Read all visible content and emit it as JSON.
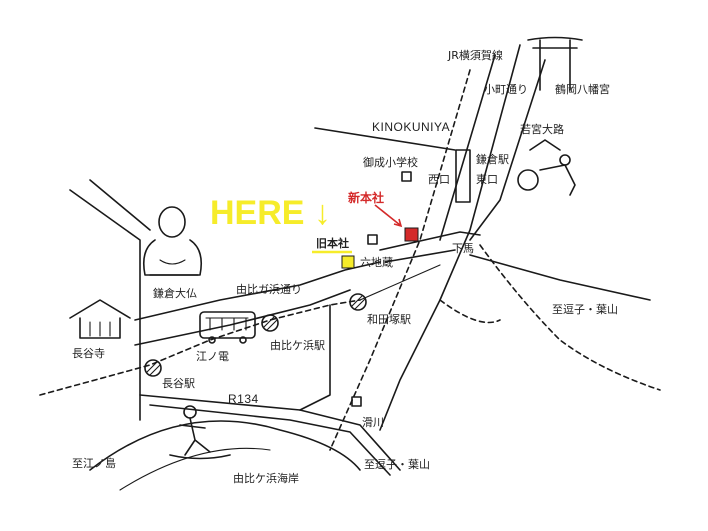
{
  "map": {
    "here_label": "HERE",
    "here_arrow": "↓",
    "labels": {
      "jr_line": "JR横須賀線",
      "komachi": "小町通り",
      "hachimangu": "鶴岡八幡宮",
      "wakamiya": "若宮大路",
      "kinokuniya": "KINOKUNIYA",
      "onari_school": "御成小学校",
      "kamakura_station": "鎌倉駅",
      "west_exit": "西口",
      "east_exit": "東口",
      "new_office": "新本社",
      "old_office": "旧本社",
      "shimoba": "下馬",
      "rokujizo": "六地蔵",
      "daibutsu": "鎌倉大仏",
      "yuigahama_street": "由比ガ浜通り",
      "wadazuka": "和田塚駅",
      "hase_temple": "長谷寺",
      "enoden": "江ノ電",
      "yuigahama_station": "由比ケ浜駅",
      "hase_station": "長谷駅",
      "r134": "R134",
      "namerikawa": "滑川",
      "to_zushi_hayama_1": "至逗子・葉山",
      "to_zushi_hayama_2": "至逗子・葉山",
      "to_enoshima": "至江ノ島",
      "yuigahama_beach": "由比ケ浜海岸"
    },
    "colors": {
      "here": "#f6ec2a",
      "new_office_marker": "#d42a2a",
      "old_office_marker": "#f6ec2a",
      "ink": "#1a1a1a"
    },
    "icons": [
      "torii-gate-icon",
      "great-buddha-icon",
      "hase-temple-icon",
      "enoden-train-icon",
      "rickshaw-icon",
      "surfer-icon",
      "station-marker-icon",
      "new-office-marker-icon",
      "old-office-marker-icon"
    ]
  }
}
